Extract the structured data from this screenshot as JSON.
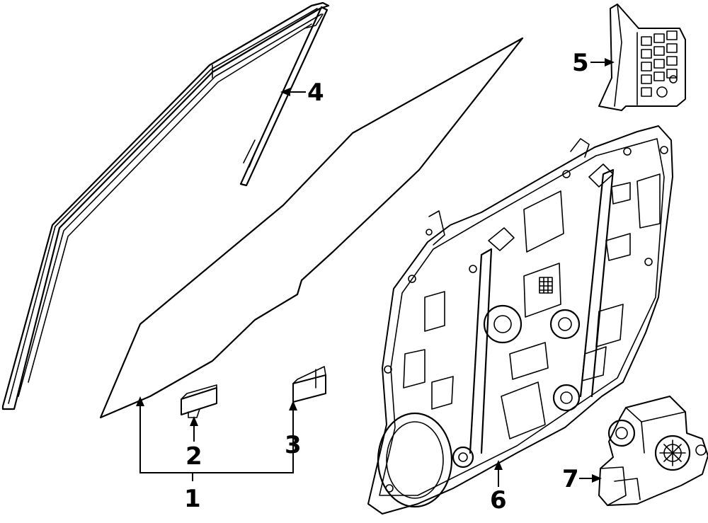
{
  "diagram": {
    "callouts": [
      {
        "id": "1",
        "label": "1",
        "part": "front-door-window-glass-assembly"
      },
      {
        "id": "2",
        "label": "2",
        "part": "glass-channel-bracket-front"
      },
      {
        "id": "3",
        "label": "3",
        "part": "glass-channel-bracket-rear"
      },
      {
        "id": "4",
        "label": "4",
        "part": "glass-run-channel"
      },
      {
        "id": "5",
        "label": "5",
        "part": "window-switch"
      },
      {
        "id": "6",
        "label": "6",
        "part": "window-regulator-module"
      },
      {
        "id": "7",
        "label": "7",
        "part": "window-motor"
      }
    ]
  }
}
